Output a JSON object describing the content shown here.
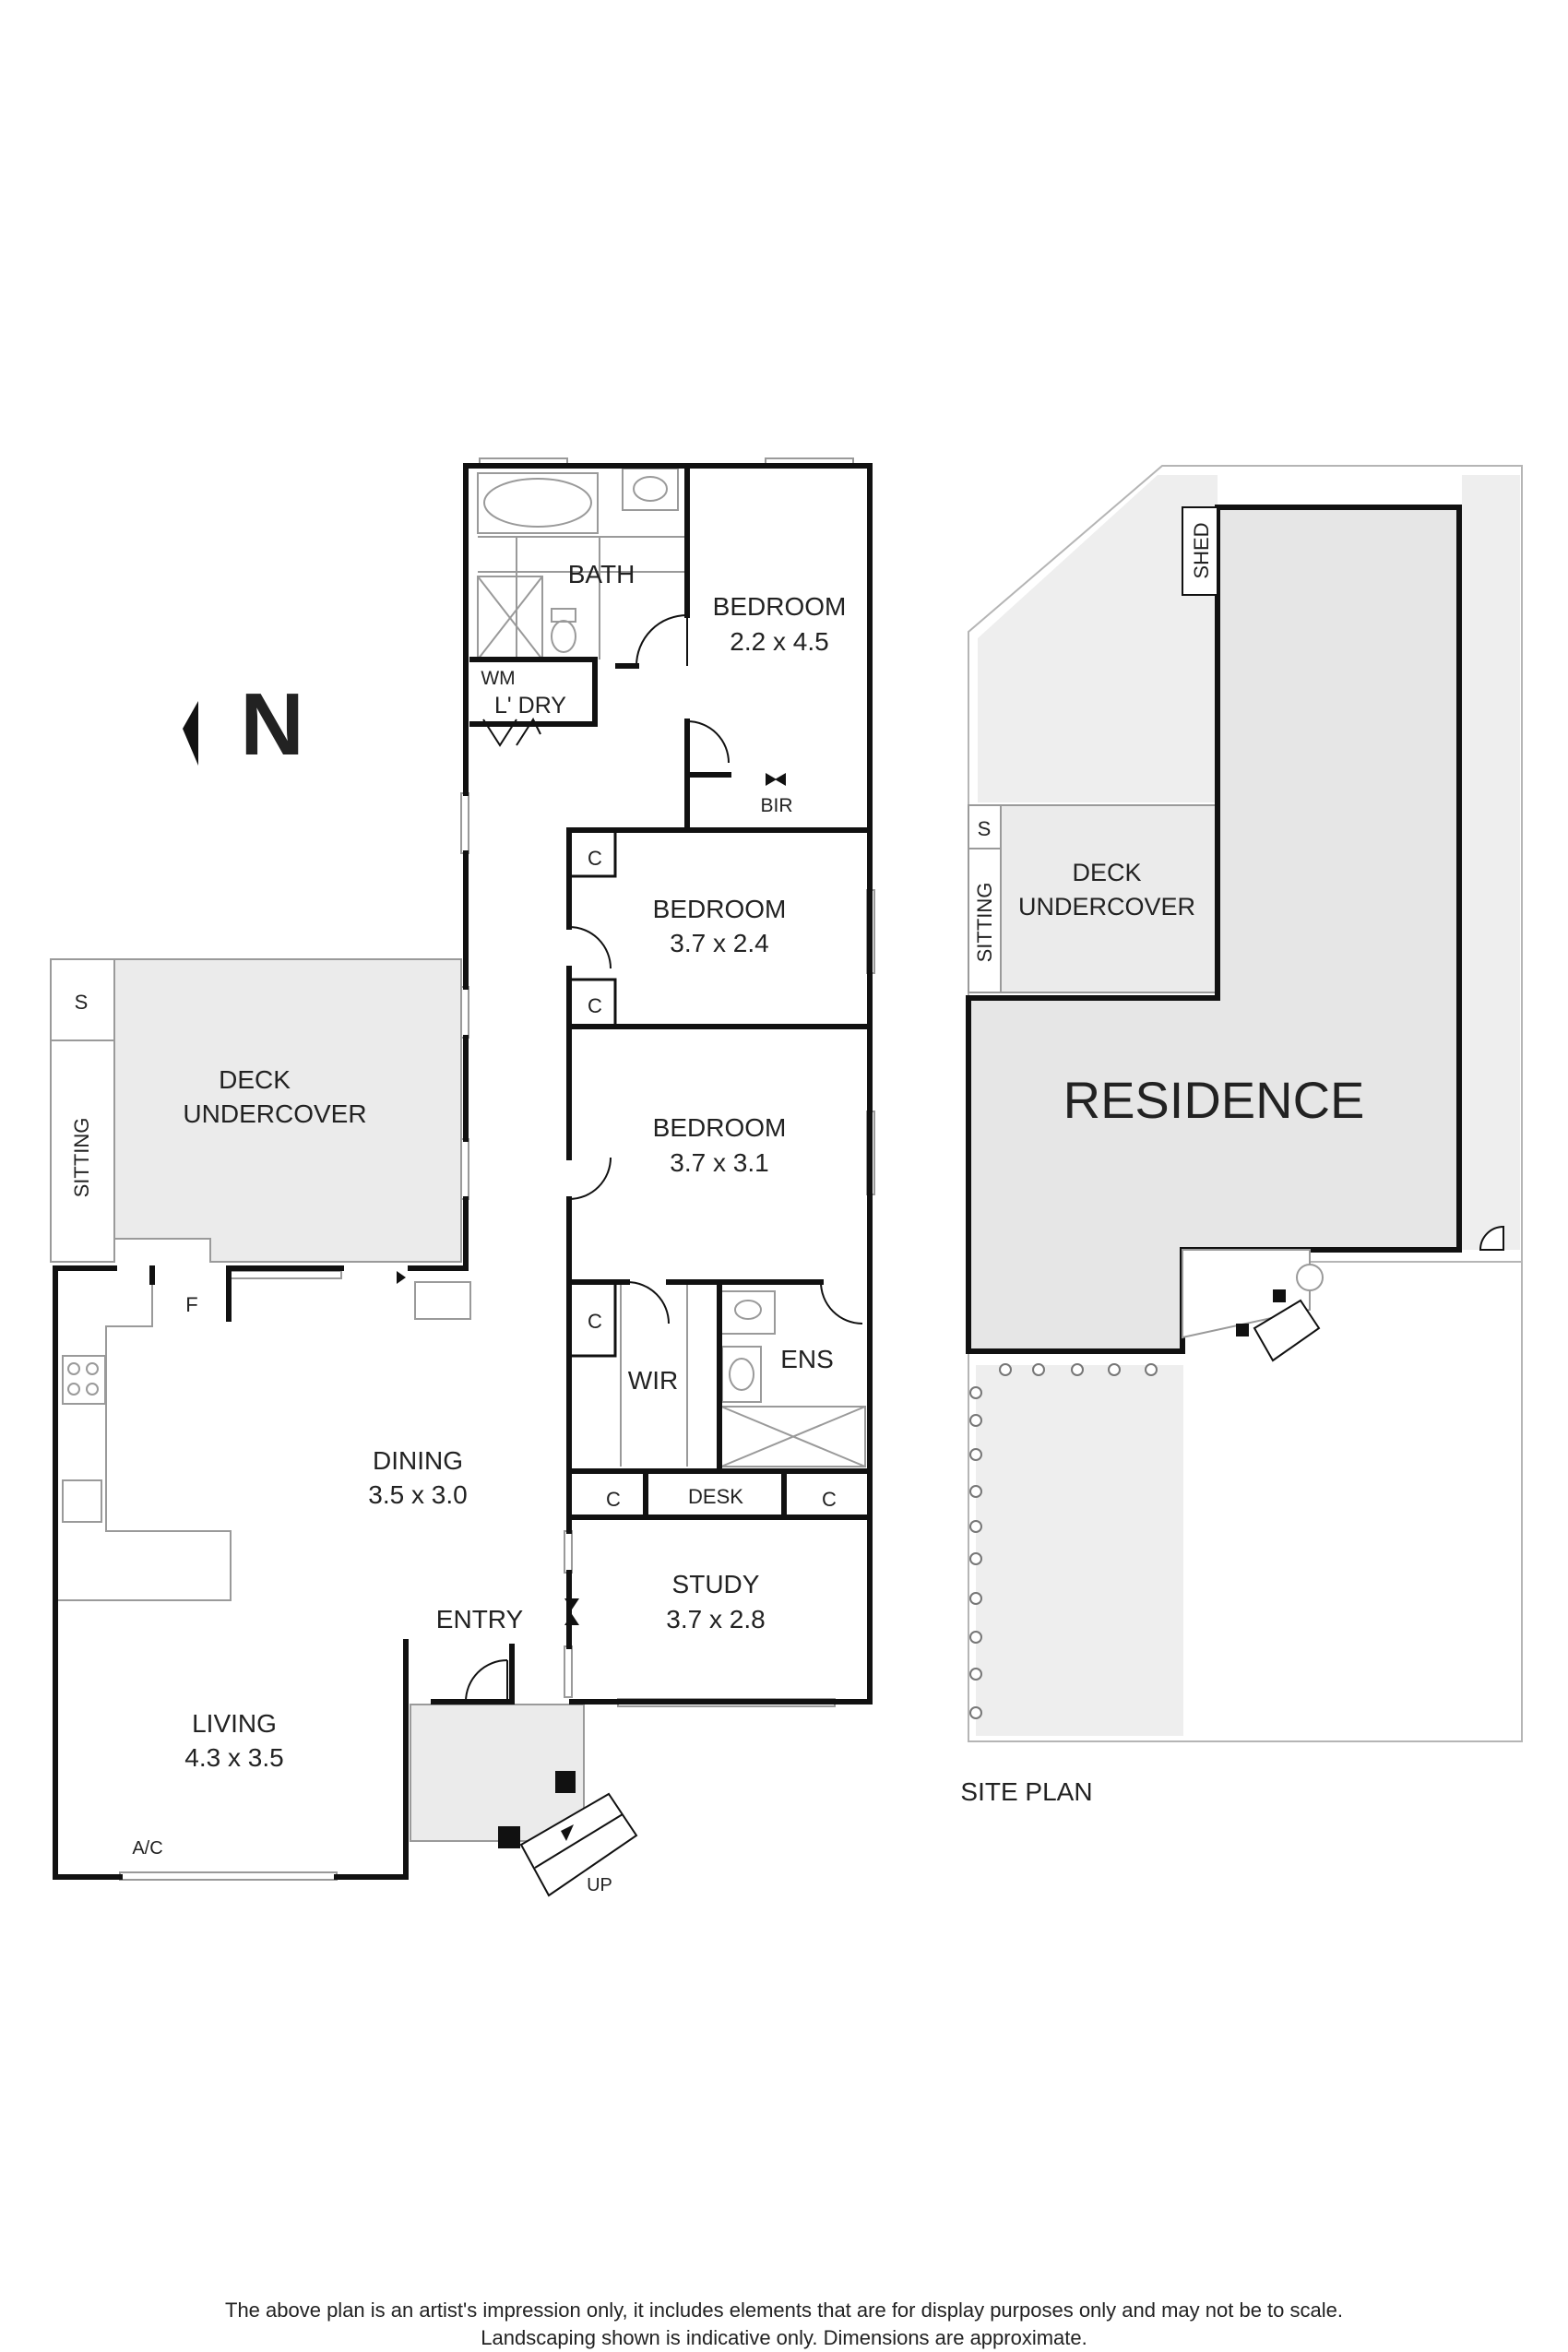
{
  "compass": {
    "letter": "N",
    "icon": "north-arrow-icon"
  },
  "rooms": {
    "bath": "BATH",
    "bedroom1_name": "BEDROOM",
    "bedroom1_dim": "2.2 x 4.5",
    "wm": "WM",
    "laundry": "L' DRY",
    "bir": "BIR",
    "bedroom2_name": "BEDROOM",
    "bedroom2_dim": "3.7 x 2.4",
    "bedroom3_name": "BEDROOM",
    "bedroom3_dim": "3.7 x 3.1",
    "deck_line1": "DECK",
    "deck_line2": "UNDERCOVER",
    "store": "S",
    "sitting": "SITTING",
    "fridge": "F",
    "dining_name": "DINING",
    "dining_dim": "3.5 x 3.0",
    "wir": "WIR",
    "ens": "ENS",
    "desk": "DESK",
    "study_name": "STUDY",
    "study_dim": "3.7 x 2.8",
    "entry": "ENTRY",
    "living_name": "LIVING",
    "living_dim": "4.3 x 3.5",
    "ac": "A/C",
    "up": "UP",
    "cupboard": "C"
  },
  "site_plan": {
    "title": "SITE PLAN",
    "residence": "RESIDENCE",
    "shed": "SHED",
    "deck_line1": "DECK",
    "deck_line2": "UNDERCOVER",
    "store": "S",
    "sitting": "SITTING"
  },
  "disclaimer": {
    "line1": "The above plan is an artist's impression only, it includes elements that are for display purposes only and may not be to scale.",
    "line2": "Landscaping shown is indicative only. Dimensions are approximate."
  },
  "colors": {
    "wall": "#111111",
    "deck_fill": "#ebebeb",
    "residence_fill": "#e6e6e6",
    "garden_fill": "#eeeeee",
    "thin_line": "#9a9a9a"
  }
}
